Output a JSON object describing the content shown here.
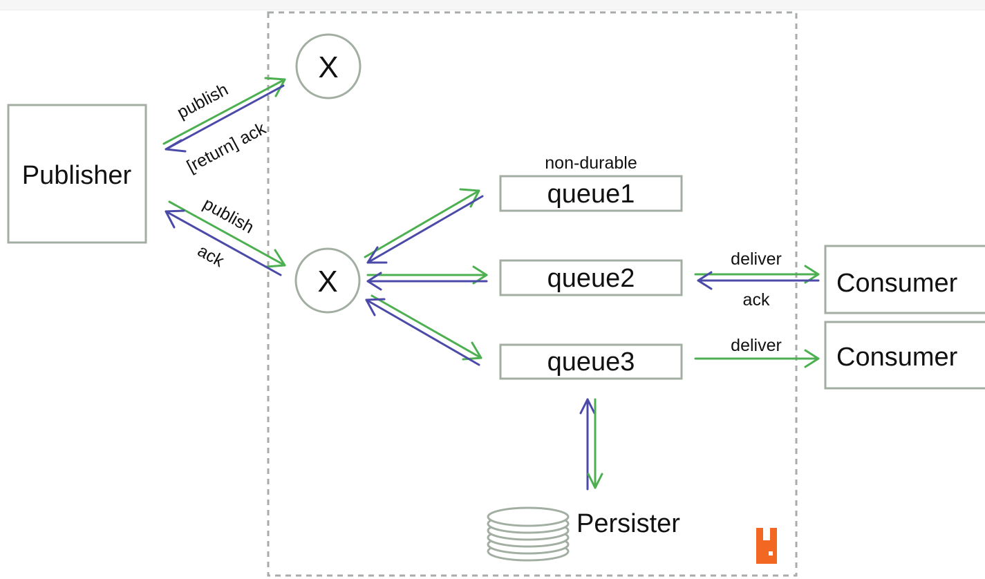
{
  "publisher": "Publisher",
  "exchange_top": "X",
  "exchange_main": "X",
  "queues": {
    "queue1": "queue1",
    "queue2": "queue2",
    "queue3": "queue3",
    "queue1_note": "non-durable"
  },
  "consumers": [
    "Consumer",
    "Consumer"
  ],
  "persister": "Persister",
  "edges": {
    "publish_top": "publish",
    "return_ack": "[return] ack",
    "publish_main": "publish",
    "ack_main": "ack",
    "deliver_q2": "deliver",
    "ack_q2": "ack",
    "deliver_q3": "deliver"
  },
  "colors": {
    "publish_flow": "#4caf50",
    "ack_flow": "#4b4aa8",
    "node_border": "#a3aea3",
    "broker_border": "#a8aca8",
    "logo": "#f26822"
  },
  "icons": [
    "rabbitmq-logo-icon",
    "disk-stack-icon"
  ]
}
